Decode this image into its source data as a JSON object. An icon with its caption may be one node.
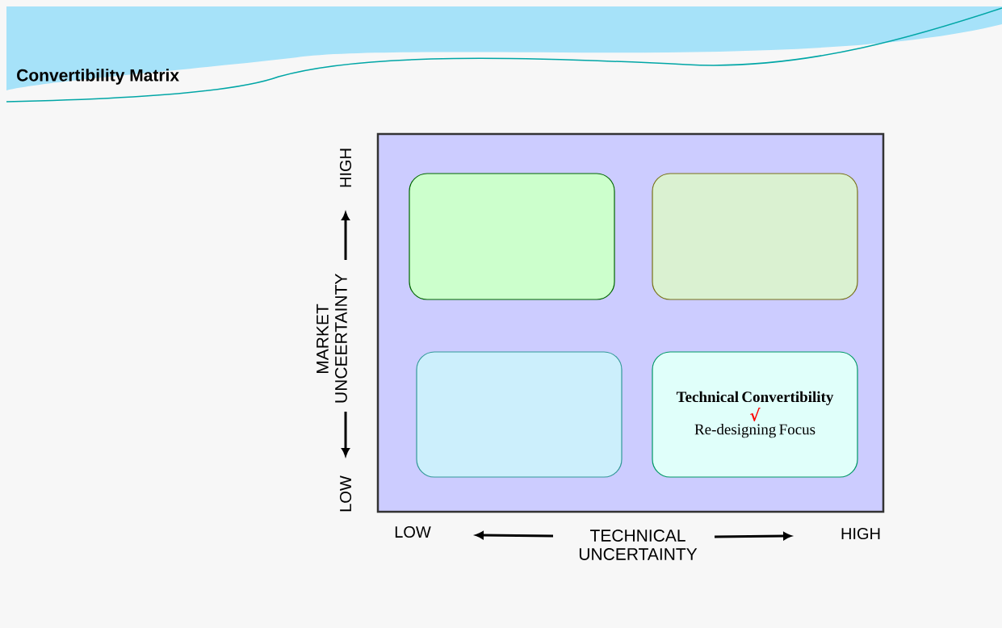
{
  "diagram": {
    "title": "Convertibility  Matrix",
    "nodes": [
      {
        "text": [],
        "shape": "box"
      },
      {
        "text": [],
        "shape": "box",
        "in": 0
      },
      {
        "text": [],
        "shape": "box",
        "in": 0
      },
      {
        "text": [],
        "shape": "box",
        "in": 0
      },
      {
        "text": [
          "Technical Convertibility",
          "√",
          "Re-designing Focus"
        ],
        "in": 0
      }
    ],
    "edges": [],
    "labels": [
      "HIGH",
      "MARKET UNCEERTAINTY",
      "LOW",
      "LOW",
      "TECHNICAL UNCERTAINTY",
      "HIGH"
    ]
  }
}
